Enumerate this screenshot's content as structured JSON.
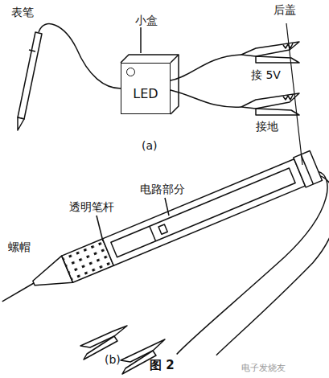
{
  "diagram": {
    "caption": "图 2",
    "nodes": [
      {
        "text": [
          "小盒",
          "LED"
        ]
      }
    ],
    "edges": [],
    "labels": [
      "表笔",
      "接 5V",
      "接地",
      "(a)",
      "螺帽",
      "透明笔杆",
      "电路部分",
      "后盖",
      "(b)",
      "电子发烧友"
    ]
  }
}
